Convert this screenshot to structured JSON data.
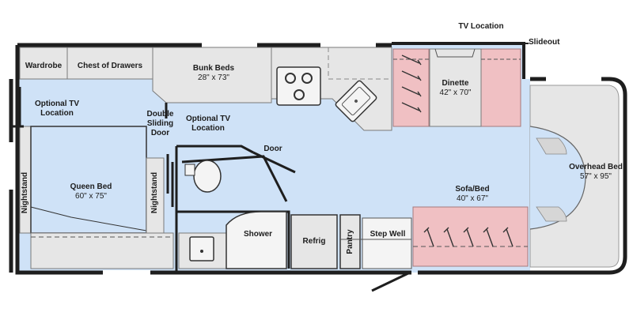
{
  "labels": {
    "tv_location": "TV Location",
    "slideout": "Slideout",
    "wardrobe": "Wardrobe",
    "chest_of_drawers": "Chest of Drawers",
    "bunk_beds": "Bunk Beds",
    "bunk_beds_size": "28\" x 73\"",
    "dinette": "Dinette",
    "dinette_size": "42\" x 70\"",
    "optional_tv_location_left": "Optional TV Location",
    "double_sliding_door": "Double Sliding Door",
    "optional_tv_location_center": "Optional TV Location",
    "door": "Door",
    "overhead_bed": "Overhead Bed",
    "overhead_bed_size": "57\" x 95\"",
    "queen_bed": "Queen Bed",
    "queen_bed_size": "60\" x 75\"",
    "nightstand_left": "Nightstand",
    "nightstand_right": "Nightstand",
    "sofa_bed": "Sofa/Bed",
    "sofa_bed_size": "40\" x 67\"",
    "shower": "Shower",
    "refrig": "Refrig",
    "pantry": "Pantry",
    "step_well": "Step Well"
  },
  "colors": {
    "floor": "#cfe2f7",
    "cabinet": "#e6e6e6",
    "seating": "#f0c0c3",
    "wall": "#1e1e1e"
  }
}
